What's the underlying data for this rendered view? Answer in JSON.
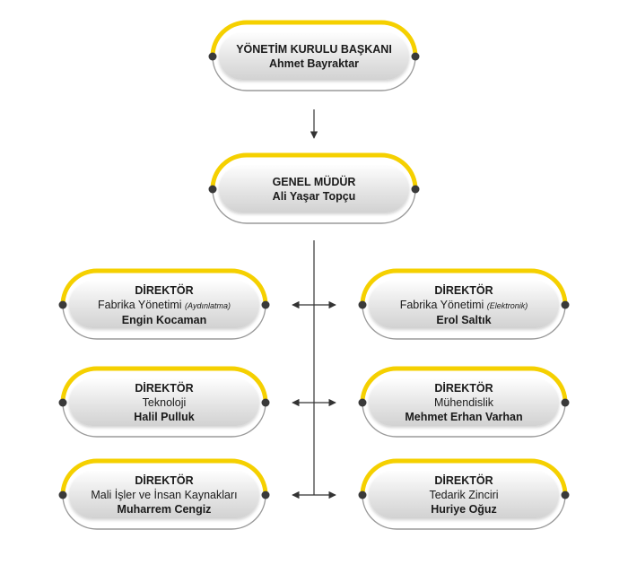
{
  "nodes": [
    {
      "title": "YÖNETİM KURULU BAŞKANI",
      "person": "Ahmet Bayraktar"
    },
    {
      "title": "GENEL MÜDÜR",
      "person": "Ali Yaşar Topçu"
    },
    {
      "title": "DİREKTÖR",
      "dept": "Fabrika Yönetimi",
      "dept_note": "(Aydınlatma)",
      "person": "Engin Kocaman"
    },
    {
      "title": "DİREKTÖR",
      "dept": "Fabrika Yönetimi",
      "dept_note": "(Elektronik)",
      "person": "Erol Saltık"
    },
    {
      "title": "DİREKTÖR",
      "dept": "Teknoloji",
      "person": "Halil Pulluk"
    },
    {
      "title": "DİREKTÖR",
      "dept": "Mühendislik",
      "person": "Mehmet Erhan Varhan"
    },
    {
      "title": "DİREKTÖR",
      "dept": "Mali İşler ve İnsan Kaynakları",
      "person": "Muharrem Cengiz"
    },
    {
      "title": "DİREKTÖR",
      "dept": "Tedarik Zinciri",
      "person": "Huriye Oğuz"
    }
  ],
  "colors": {
    "accent": "#f5d000",
    "outline": "#9a9a9a",
    "line": "#333333",
    "dot": "#3a3a3a"
  }
}
